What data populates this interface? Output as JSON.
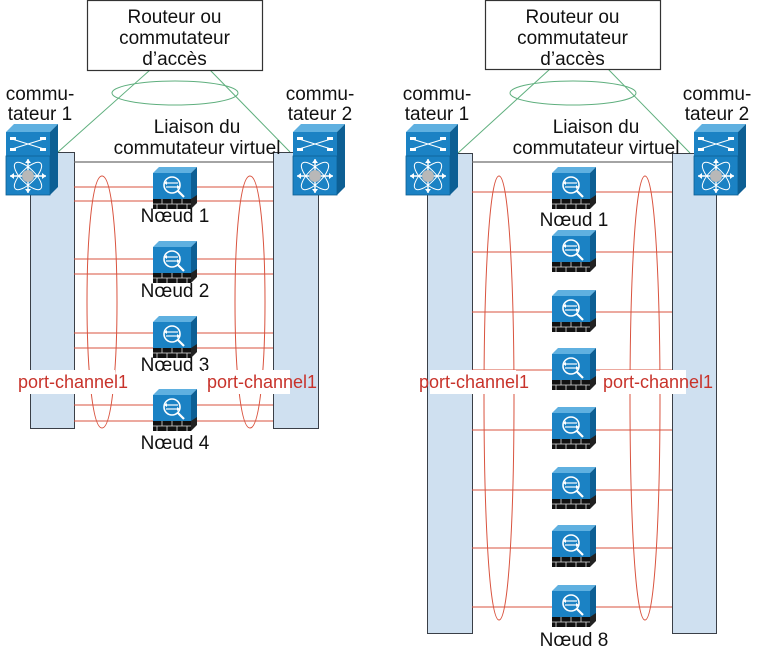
{
  "colors": {
    "pillar_fill": "#cfe0f0",
    "pillar_stroke": "#3a3f47",
    "link_red": "#d9533f",
    "link_green": "#5faf7e",
    "device_blue": "#1b82c4",
    "device_dark": "#0d5f94",
    "vsl_line": "#6e6e6e"
  },
  "diagrams": [
    {
      "id": "four-node",
      "router_label": [
        "Routeur ou",
        "commutateur",
        "d’accès"
      ],
      "switch1_label": [
        "commu-",
        "tateur 1"
      ],
      "switch2_label": [
        "commu-",
        "tateur 2"
      ],
      "vsl_label": [
        "Liaison du",
        "commutateur virtuel"
      ],
      "port_channel_left": "port-channel1",
      "port_channel_right": "port-channel1",
      "nodes": [
        {
          "label": "Nœud 1"
        },
        {
          "label": "Nœud 2"
        },
        {
          "label": "Nœud 3"
        },
        {
          "label": "Nœud 4"
        }
      ]
    },
    {
      "id": "eight-node",
      "router_label": [
        "Routeur ou",
        "commutateur",
        "d’accès"
      ],
      "switch1_label": [
        "commu-",
        "tateur 1"
      ],
      "switch2_label": [
        "commu-",
        "tateur 2"
      ],
      "vsl_label": [
        "Liaison du",
        "commutateur virtuel"
      ],
      "port_channel_left": "port-channel1",
      "port_channel_right": "port-channel1",
      "nodes": [
        {
          "label": "Nœud 1"
        },
        {
          "label": ""
        },
        {
          "label": ""
        },
        {
          "label": ""
        },
        {
          "label": ""
        },
        {
          "label": ""
        },
        {
          "label": ""
        },
        {
          "label": "Nœud 8"
        }
      ]
    }
  ]
}
